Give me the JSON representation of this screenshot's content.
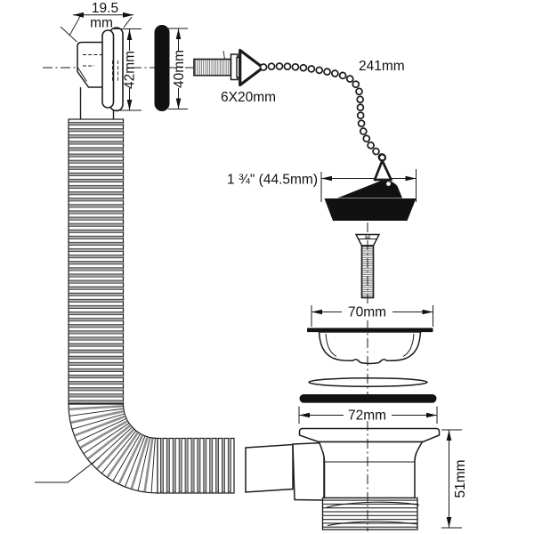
{
  "diagram": {
    "type": "technical-drawing",
    "subject": "bath-sink-waste-overflow-kit-exploded-view",
    "labels": {
      "overflow_width_value": "19.5",
      "overflow_width_unit": "mm",
      "overflow_face_height": "42mm",
      "overflow_gasket_height": "40mm",
      "grub_screw_size": "6X20mm",
      "chain_length": "241mm",
      "plug_size": "1 ¾\" (44.5mm)",
      "strainer_width": "70mm",
      "gasket_width": "72mm",
      "body_height": "51mm"
    },
    "colors": {
      "line": "#1a1a1a",
      "fill": "#ffffff",
      "shade": "#8f8f8f",
      "solid_black_parts": "#111111"
    }
  }
}
